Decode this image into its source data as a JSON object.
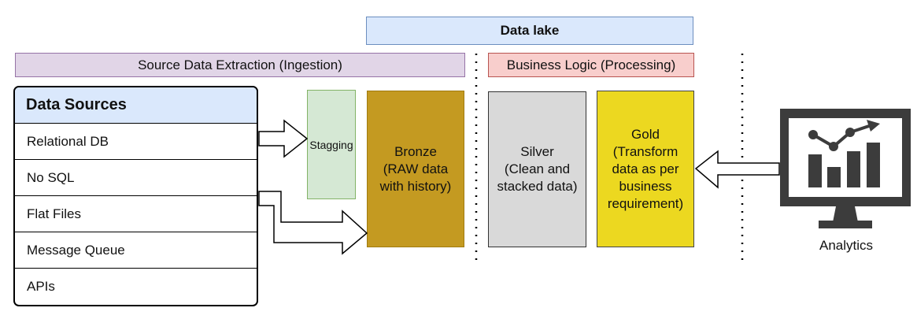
{
  "banners": {
    "data_lake": "Data lake",
    "ingestion": "Source Data Extraction (Ingestion)",
    "processing": "Business Logic (Processing)"
  },
  "data_sources": {
    "title": "Data Sources",
    "items": [
      "Relational DB",
      "No SQL",
      "Flat Files",
      "Message Queue",
      "APIs"
    ]
  },
  "stages": {
    "stagging": "Stagging",
    "bronze": "Bronze\n(RAW data\nwith history)",
    "silver": "Silver\n(Clean and\nstacked data)",
    "gold": "Gold\n(Transform\ndata as per\nbusiness\nrequirement)"
  },
  "analytics": {
    "label": "Analytics",
    "icon": "analytics-monitor-icon"
  },
  "colors": {
    "data_lake_fill": "#dae8fc",
    "ingestion_fill": "#e1d5e7",
    "processing_fill": "#f8cecc",
    "stagging_fill": "#d5e8d4",
    "bronze_fill": "#c49a21",
    "silver_fill": "#d9d9d9",
    "gold_fill": "#ecd820",
    "monitor": "#3c3c3c"
  }
}
